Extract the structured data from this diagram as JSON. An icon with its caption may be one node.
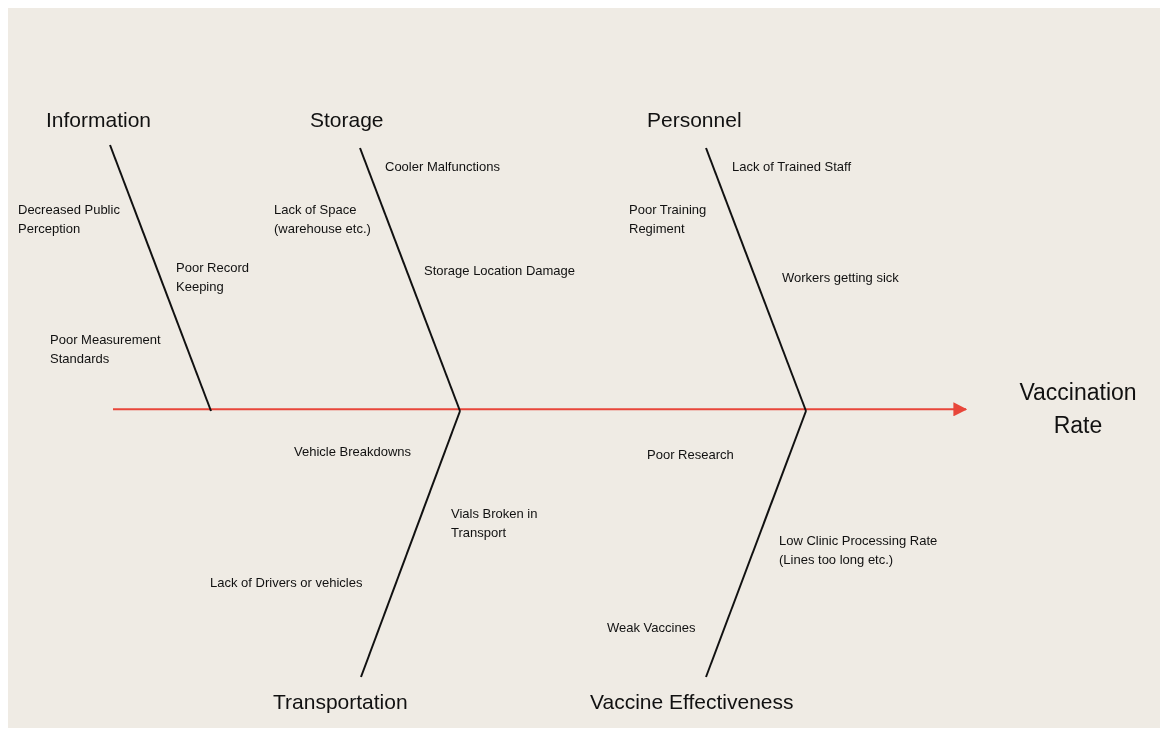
{
  "diagram": {
    "nodes": [
      {
        "text": [
          "Information"
        ]
      },
      {
        "text": [
          "Storage"
        ]
      },
      {
        "text": [
          "Personnel"
        ]
      },
      {
        "text": [
          "Transportation"
        ]
      },
      {
        "text": [
          "Vaccine Effectiveness"
        ]
      },
      {
        "text": [
          "Vaccination Rate"
        ]
      }
    ],
    "edges": [
      {
        "from": null,
        "to": 5,
        "arrow": "to",
        "color": "#e8463a"
      },
      {
        "from": 0,
        "to": null,
        "arrow": "none"
      },
      {
        "from": 1,
        "to": null,
        "arrow": "none"
      },
      {
        "from": 2,
        "to": null,
        "arrow": "none"
      },
      {
        "from": 3,
        "to": null,
        "arrow": "none"
      },
      {
        "from": 4,
        "to": null,
        "arrow": "none"
      }
    ],
    "labels": [
      "Decreased Public Perception",
      "Poor Record Keeping",
      "Poor Measurement Standards",
      "Cooler Malfunctions",
      "Lack of Space (warehouse etc.)",
      "Storage Location Damage",
      "Lack of Trained Staff",
      "Poor Training Regiment",
      "Workers getting sick",
      "Vehicle Breakdowns",
      "Vials Broken in Transport",
      "Lack of Drivers or vehicles",
      "Poor Research",
      "Low Clinic Processing Rate (Lines too long etc.)",
      "Weak Vaccines"
    ]
  }
}
